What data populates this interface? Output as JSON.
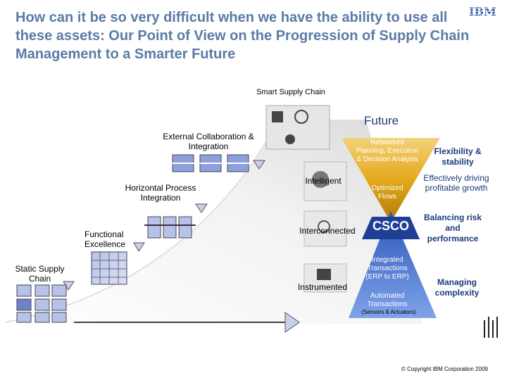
{
  "title": "How can it be so very difficult when we have the ability to use all these assets: Our Point of View on the Progression of Supply Chain Management to a Smarter Future",
  "logo_text": "IBM",
  "smart_supply_chain": "Smart Supply Chain",
  "future": "Future",
  "stages": {
    "external_collaboration": "External Collaboration & Integration",
    "horizontal_process": "Horizontal Process Integration",
    "functional_excellence": "Functional Excellence",
    "static_supply_chain": "Static Supply Chain"
  },
  "capabilities": {
    "intelligent": "Intelligent",
    "interconnected": "Interconnected",
    "instrumented": "Instrumented"
  },
  "cone": {
    "networked": "Networked Planning, Execution & Decision Analysis",
    "optimized": "Optimized Flows",
    "csco": "CSCO",
    "integrated": "Integrated Transactions (ERP to ERP)",
    "automated": "Automated Transactions",
    "sensors": "(Sensors & Actuators)"
  },
  "benefits": {
    "flexibility": "Flexibility & stability",
    "profitable": "Effectively driving profitable growth",
    "balancing": "Balancing risk and performance",
    "complexity": "Managing complexity"
  },
  "copyright": "© Copyright IBM Corporation 2009",
  "colors": {
    "title": "#5a7ba6",
    "navy": "#1a3b7a",
    "gold": "#e0a21a",
    "blue": "#2f62c4"
  }
}
